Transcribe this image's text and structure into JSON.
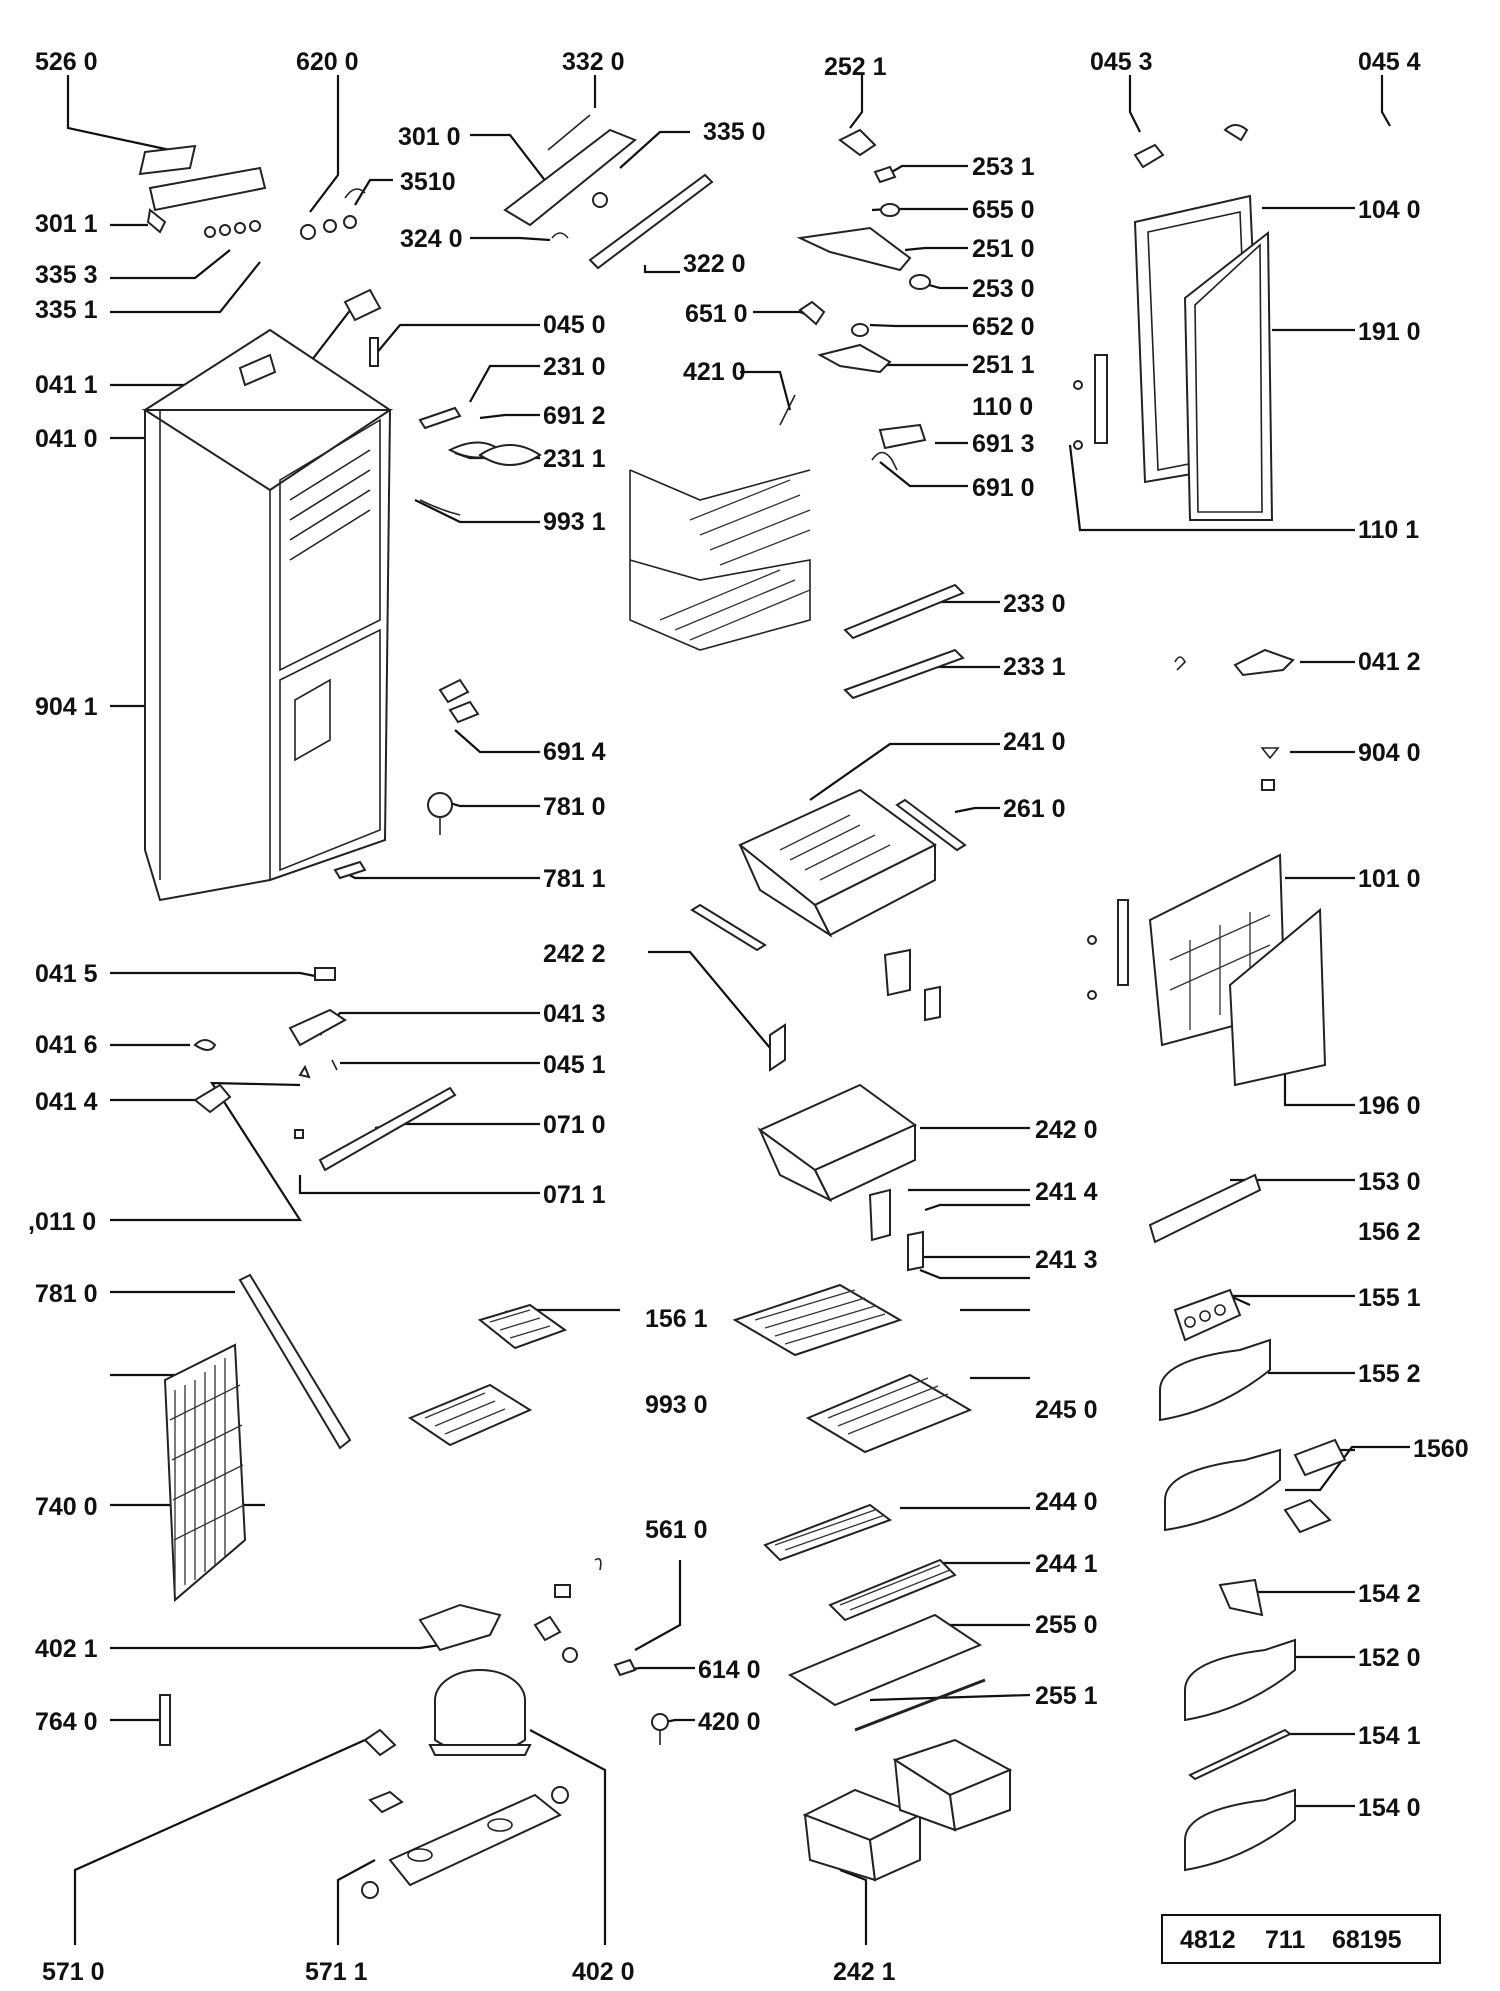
{
  "labels": [
    {
      "key": "526_0",
      "text": "526 0"
    },
    {
      "key": "620_0",
      "text": "620 0"
    },
    {
      "key": "332_0",
      "text": "332 0"
    },
    {
      "key": "252_1",
      "text": "252 1"
    },
    {
      "key": "045_3",
      "text": "045 3"
    },
    {
      "key": "045_4",
      "text": "045 4"
    },
    {
      "key": "301_0",
      "text": "301 0"
    },
    {
      "key": "335_0",
      "text": "335 0"
    },
    {
      "key": "3510",
      "text": "3510"
    },
    {
      "key": "301_1",
      "text": "301 1"
    },
    {
      "key": "324_0",
      "text": "324 0"
    },
    {
      "key": "335_3",
      "text": "335 3"
    },
    {
      "key": "322_0",
      "text": "322 0"
    },
    {
      "key": "335_1",
      "text": "335 1"
    },
    {
      "key": "253_1",
      "text": "253 1"
    },
    {
      "key": "655_0",
      "text": "655 0"
    },
    {
      "key": "251_0",
      "text": "251 0"
    },
    {
      "key": "253_0",
      "text": "253 0"
    },
    {
      "key": "651_0",
      "text": "651 0"
    },
    {
      "key": "652_0",
      "text": "652 0"
    },
    {
      "key": "251_1",
      "text": "251 1"
    },
    {
      "key": "104_0",
      "text": "104 0"
    },
    {
      "key": "191_0",
      "text": "191 0"
    },
    {
      "key": "045_0",
      "text": "045 0"
    },
    {
      "key": "041_1",
      "text": "041 1"
    },
    {
      "key": "231_0",
      "text": "231 0"
    },
    {
      "key": "421_0",
      "text": "421 0"
    },
    {
      "key": "691_2",
      "text": "691 2"
    },
    {
      "key": "110_0",
      "text": "110 0"
    },
    {
      "key": "041_0",
      "text": "041 0"
    },
    {
      "key": "231_1",
      "text": "231 1"
    },
    {
      "key": "691_3",
      "text": "691 3"
    },
    {
      "key": "691_0",
      "text": "691 0"
    },
    {
      "key": "993_1",
      "text": "993 1"
    },
    {
      "key": "110_1",
      "text": "110 1"
    },
    {
      "key": "233_0",
      "text": "233 0"
    },
    {
      "key": "233_1",
      "text": "233 1"
    },
    {
      "key": "041_2",
      "text": "041 2"
    },
    {
      "key": "904_1",
      "text": "904 1"
    },
    {
      "key": "241_0",
      "text": "241 0"
    },
    {
      "key": "691_4",
      "text": "691 4"
    },
    {
      "key": "904_0",
      "text": "904 0"
    },
    {
      "key": "781_0a",
      "text": "781 0"
    },
    {
      "key": "261_0",
      "text": "261 0"
    },
    {
      "key": "781_1",
      "text": "781 1"
    },
    {
      "key": "101_0",
      "text": "101 0"
    },
    {
      "key": "242_2",
      "text": "242 2"
    },
    {
      "key": "041_5",
      "text": "041 5"
    },
    {
      "key": "041_3",
      "text": "041 3"
    },
    {
      "key": "041_6",
      "text": "041 6"
    },
    {
      "key": "045_1",
      "text": "045 1"
    },
    {
      "key": "041_4",
      "text": "041 4"
    },
    {
      "key": "196_0",
      "text": "196 0"
    },
    {
      "key": "071_0",
      "text": "071 0"
    },
    {
      "key": "242_0",
      "text": "242 0"
    },
    {
      "key": "071_1",
      "text": "071 1"
    },
    {
      "key": "011_0",
      "text": ",011 0"
    },
    {
      "key": "241_4",
      "text": "241 4"
    },
    {
      "key": "153_0",
      "text": "153 0"
    },
    {
      "key": "156_2",
      "text": "156 2"
    },
    {
      "key": "241_3",
      "text": "241 3"
    },
    {
      "key": "781_0b",
      "text": "781 0"
    },
    {
      "key": "156_1",
      "text": "156 1"
    },
    {
      "key": "155_1",
      "text": "155 1"
    },
    {
      "key": "155_2",
      "text": "155 2"
    },
    {
      "key": "993_0",
      "text": "993 0"
    },
    {
      "key": "245_0",
      "text": "245 0"
    },
    {
      "key": "1560",
      "text": "1560"
    },
    {
      "key": "244_0",
      "text": "244 0"
    },
    {
      "key": "740_0",
      "text": "740 0"
    },
    {
      "key": "561_0",
      "text": "561 0"
    },
    {
      "key": "244_1",
      "text": "244 1"
    },
    {
      "key": "154_2",
      "text": "154 2"
    },
    {
      "key": "255_0",
      "text": "255 0"
    },
    {
      "key": "402_1",
      "text": "402 1"
    },
    {
      "key": "152_0",
      "text": "152 0"
    },
    {
      "key": "614_0",
      "text": "614 0"
    },
    {
      "key": "255_1",
      "text": "255 1"
    },
    {
      "key": "764_0",
      "text": "764 0"
    },
    {
      "key": "420_0",
      "text": "420 0"
    },
    {
      "key": "154_1",
      "text": "154 1"
    },
    {
      "key": "154_0",
      "text": "154 0"
    },
    {
      "key": "571_0",
      "text": "571 0"
    },
    {
      "key": "571_1",
      "text": "571 1"
    },
    {
      "key": "402_0",
      "text": "402 0"
    },
    {
      "key": "242_1",
      "text": "242 1"
    }
  ],
  "reference": {
    "a": "4812",
    "b": "711",
    "c": "68195"
  }
}
